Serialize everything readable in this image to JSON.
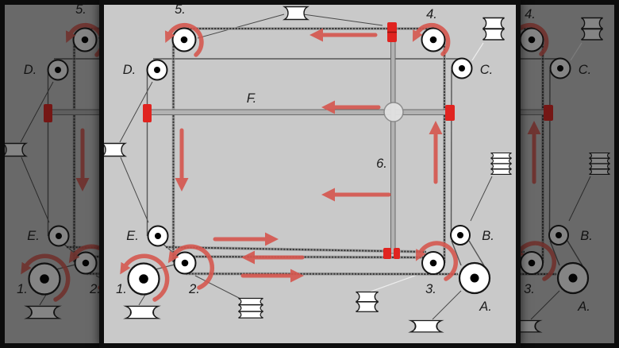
{
  "diagram": {
    "labels": {
      "p1": "1.",
      "p2": "2.",
      "p3": "3.",
      "p4": "4.",
      "p5": "5.",
      "p6": "6.",
      "pA": "A.",
      "pB": "B.",
      "pC": "C.",
      "pD": "D.",
      "pE": "E.",
      "pF": "F."
    },
    "colors": {
      "canvas": "#c9c9c9",
      "frame_border": "#0e0e0e",
      "belt": "#3a3a3a",
      "thin_line": "#555555",
      "gantry_bar": "#b2b2b2",
      "pulley_fill": "#ffffff",
      "pulley_stroke": "#151515",
      "arrow_red": "#d65850",
      "clamp_red": "#e02420",
      "dim_side_overlay": "brightness 52%"
    },
    "icons": {
      "top_center": "flanged-idler-spool-icon",
      "top_right": "stacked-double-idler-icon",
      "right_middle": "toothed-idler-stack-icon",
      "left_middle": "flanged-idler-spool-icon",
      "below_pulley_1": "flanged-idler-spool-icon",
      "below_pulley_2": "toothed-idler-stack-icon",
      "bottom_center": "stacked-double-idler-icon",
      "bottom_right": "flanged-idler-spool-icon"
    }
  }
}
